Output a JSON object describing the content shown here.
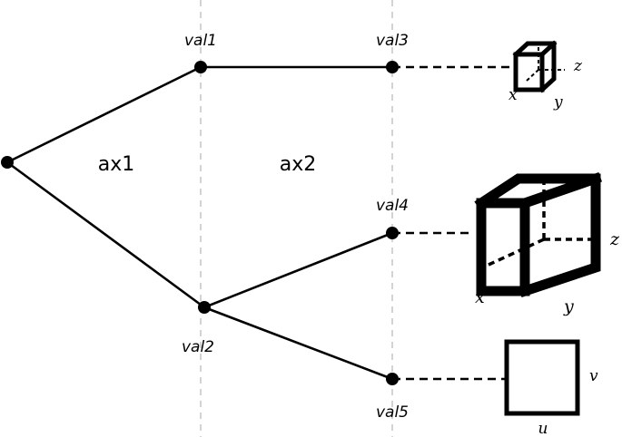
{
  "axes": {
    "ax1": "ax1",
    "ax2": "ax2"
  },
  "nodes": {
    "val1": "val1",
    "val2": "val2",
    "val3": "val3",
    "val4": "val4",
    "val5": "val5"
  },
  "small_cube": {
    "x": "x",
    "y": "y",
    "z": "z"
  },
  "large_cube": {
    "x": "x",
    "y": "y",
    "z": "z"
  },
  "square": {
    "u": "u",
    "v": "v"
  },
  "colors": {
    "line": "#000000",
    "guide": "#c8c8c8",
    "background": "#ffffff"
  }
}
